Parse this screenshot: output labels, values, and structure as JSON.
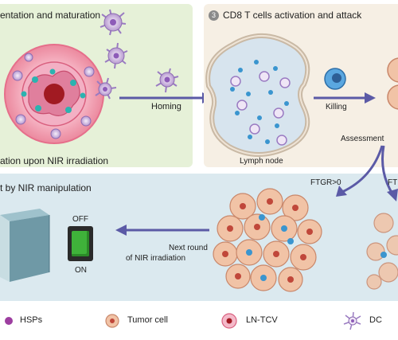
{
  "panels": {
    "top_left": {
      "title": "entation and maturation",
      "caption": "ation upon NIR irradiation"
    },
    "top_right": {
      "step_number": "3",
      "title": "CD8 T cells activation and attack",
      "lymph_node_label": "Lymph node",
      "killing_label": "Killing",
      "assessment_label": "Assessment"
    },
    "bottom": {
      "title": "t by NIR manipulation",
      "switch_off_label": "OFF",
      "switch_on_label": "ON",
      "next_round_line1": "Next round",
      "next_round_line2": "of NIR irradiation",
      "ftgr_label": "FTGR>0",
      "ftgr_label_cut": "FT"
    }
  },
  "flow": {
    "homing_label": "Homing"
  },
  "legend": {
    "items": [
      {
        "icon": "hsp-icon",
        "label": "HSPs"
      },
      {
        "icon": "tumor-cell-icon",
        "label": "Tumor cell"
      },
      {
        "icon": "ln-tcv-icon",
        "label": "LN-TCV"
      },
      {
        "icon": "dc-icon",
        "label": "DC"
      }
    ]
  },
  "colors": {
    "top_left_bg": "#e6f1d8",
    "top_right_bg": "#f6efe4",
    "bottom_bg": "#dbe9ef",
    "arrow": "#5b5aa6",
    "tumor_cell": "#f1c3a6",
    "switch_green": "#3fb23a"
  }
}
